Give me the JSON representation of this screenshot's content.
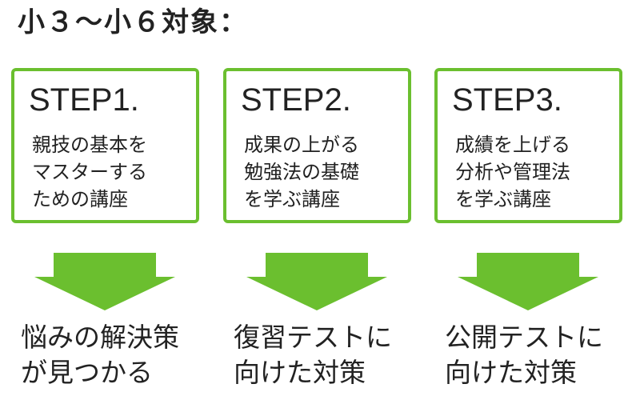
{
  "title": "小３〜小６対象：",
  "colors": {
    "accent": "#6bbf2f",
    "text": "#222222",
    "background": "#ffffff"
  },
  "steps": [
    {
      "heading": "STEP1.",
      "description": [
        "親技の基本を",
        "マスターする",
        "ための講座"
      ],
      "outcome": [
        "悩みの解決策",
        "が見つかる"
      ]
    },
    {
      "heading": "STEP2.",
      "description": [
        "成果の上がる",
        "勉強法の基礎",
        "を学ぶ講座"
      ],
      "outcome": [
        "復習テストに",
        "向けた対策"
      ]
    },
    {
      "heading": "STEP3.",
      "description": [
        "成績を上げる",
        "分析や管理法",
        "を学ぶ講座"
      ],
      "outcome": [
        "公開テストに",
        "向けた対策"
      ]
    }
  ],
  "icons": {
    "arrow": "down-arrow-icon"
  }
}
